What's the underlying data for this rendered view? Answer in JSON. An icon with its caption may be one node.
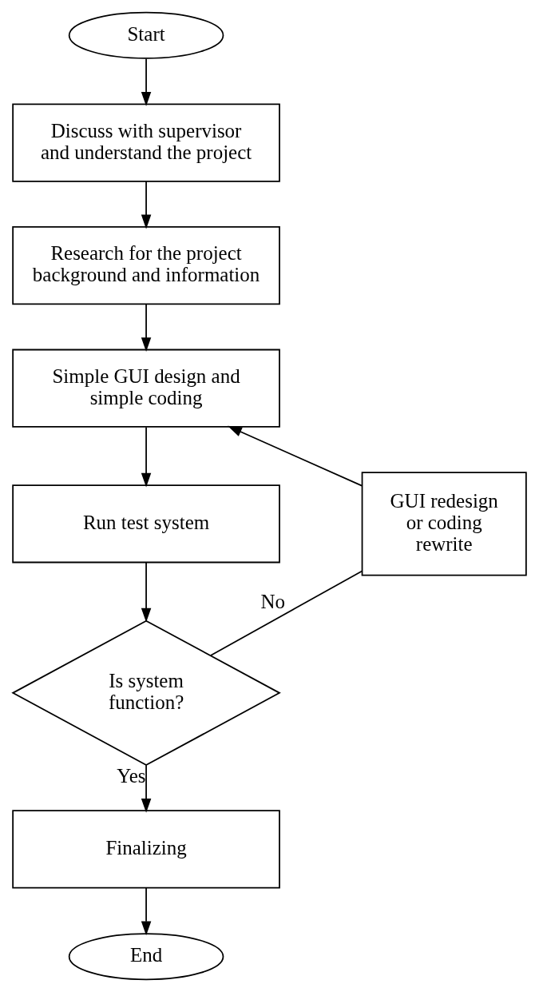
{
  "diagram": {
    "nodes": [
      {
        "text": [
          "Start"
        ]
      },
      {
        "text": [
          "Discuss with supervisor and understand the project"
        ]
      },
      {
        "text": [
          "Research for the project background and information"
        ]
      },
      {
        "text": [
          "Simple GUI design and simple coding"
        ]
      },
      {
        "text": [
          "GUI redesign or coding rewrite"
        ]
      },
      {
        "text": [
          "Run test system"
        ]
      },
      {
        "text": [
          "Is system function?"
        ]
      },
      {
        "text": [
          "Finalizing"
        ]
      },
      {
        "text": [
          "End"
        ]
      }
    ],
    "edges": [
      {
        "from": 0,
        "to": 1,
        "arrow": "to"
      },
      {
        "from": 1,
        "to": 2,
        "arrow": "to"
      },
      {
        "from": 2,
        "to": 3,
        "arrow": "to"
      },
      {
        "from": 3,
        "to": 5,
        "arrow": "to"
      },
      {
        "from": 5,
        "to": 6,
        "arrow": "to"
      },
      {
        "from": 6,
        "to": 7,
        "label": "Yes",
        "arrow": "to"
      },
      {
        "from": 6,
        "to": 4,
        "label": "No",
        "arrow": "none"
      },
      {
        "from": 4,
        "to": 3,
        "arrow": "to"
      },
      {
        "from": 7,
        "to": 8,
        "arrow": "to"
      }
    ]
  }
}
